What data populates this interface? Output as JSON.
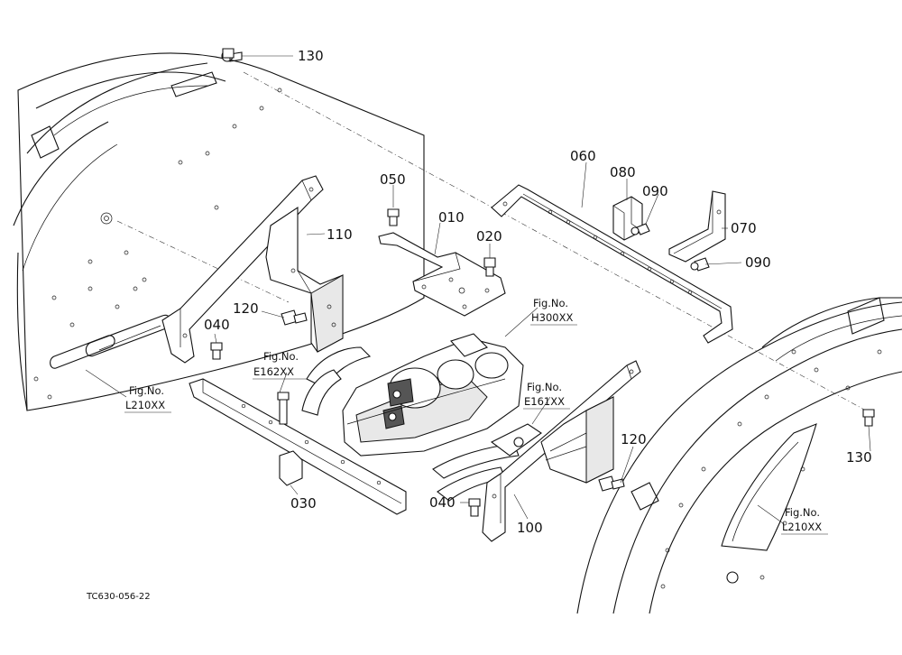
{
  "drawing_code": "TC630-056-22",
  "callouts": [
    {
      "id": "c130a",
      "text": "130"
    },
    {
      "id": "c050",
      "text": "050"
    },
    {
      "id": "c010",
      "text": "010"
    },
    {
      "id": "c020",
      "text": "020"
    },
    {
      "id": "c060",
      "text": "060"
    },
    {
      "id": "c080",
      "text": "080"
    },
    {
      "id": "c090a",
      "text": "090"
    },
    {
      "id": "c070",
      "text": "070"
    },
    {
      "id": "c090b",
      "text": "090"
    },
    {
      "id": "c110",
      "text": "110"
    },
    {
      "id": "c120a",
      "text": "120"
    },
    {
      "id": "c040a",
      "text": "040"
    },
    {
      "id": "c030",
      "text": "030"
    },
    {
      "id": "c040b",
      "text": "040"
    },
    {
      "id": "c100",
      "text": "100"
    },
    {
      "id": "c120b",
      "text": "120"
    },
    {
      "id": "c130b",
      "text": "130"
    }
  ],
  "figure_refs": [
    {
      "id": "fH300",
      "label": "Fig.No.",
      "code": "H300XX"
    },
    {
      "id": "fE162",
      "label": "Fig.No.",
      "code": "E162XX"
    },
    {
      "id": "fE161",
      "label": "Fig.No.",
      "code": "E161XX"
    },
    {
      "id": "fL210a",
      "label": "Fig.No.",
      "code": "L210XX"
    },
    {
      "id": "fL210b",
      "label": "Fig.No.",
      "code": "L210XX"
    }
  ]
}
